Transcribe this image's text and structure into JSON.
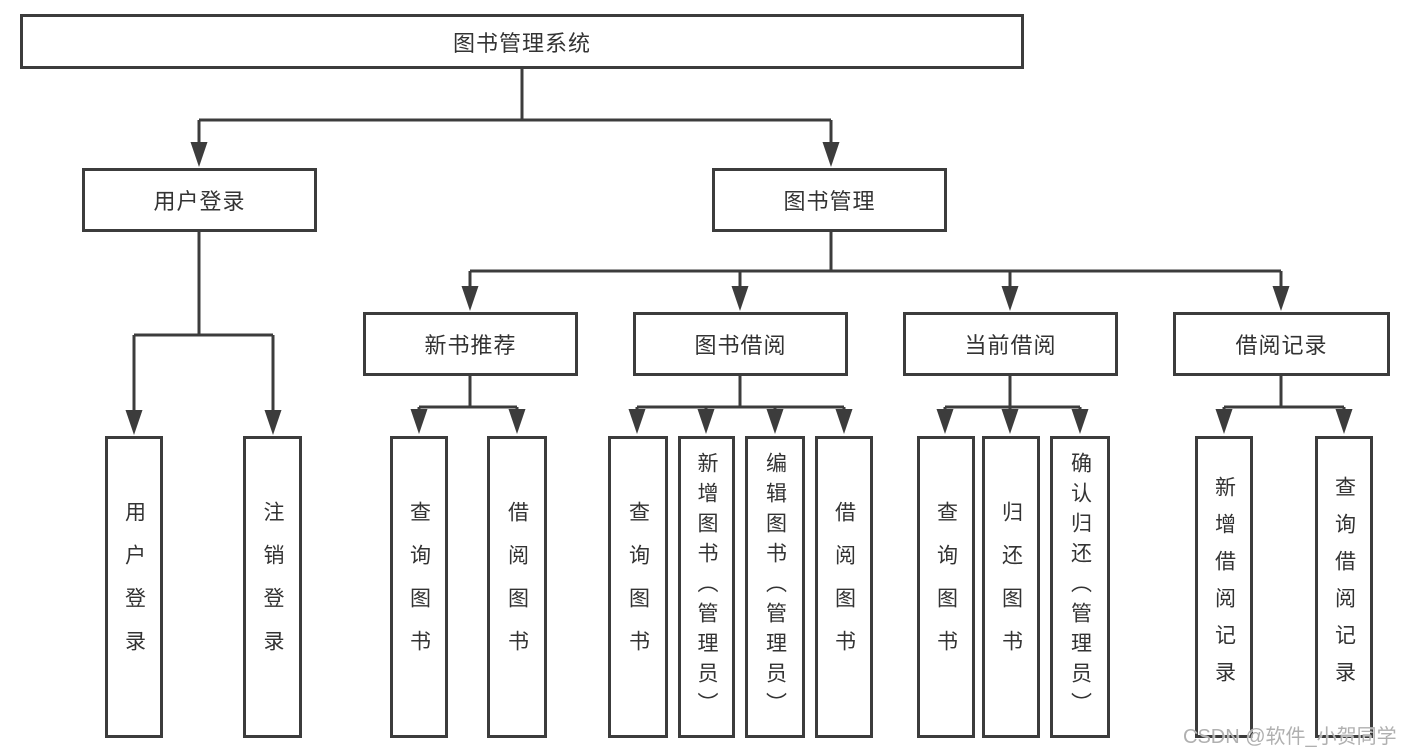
{
  "tree": {
    "root": {
      "label": "图书管理系统"
    },
    "branches": [
      {
        "label": "用户登录",
        "children": [
          {
            "label": "用户登录"
          },
          {
            "label": "注销登录"
          }
        ]
      },
      {
        "label": "图书管理",
        "children": [
          {
            "label": "新书推荐",
            "children": [
              {
                "label": "查询图书"
              },
              {
                "label": "借阅图书"
              }
            ]
          },
          {
            "label": "图书借阅",
            "children": [
              {
                "label": "查询图书"
              },
              {
                "label": "新增图书（管理员）"
              },
              {
                "label": "编辑图书（管理员）"
              },
              {
                "label": "借阅图书"
              }
            ]
          },
          {
            "label": "当前借阅",
            "children": [
              {
                "label": "查询图书"
              },
              {
                "label": "归还图书"
              },
              {
                "label": "确认归还（管理员）"
              }
            ]
          },
          {
            "label": "借阅记录",
            "children": [
              {
                "label": "新增借阅记录"
              },
              {
                "label": "查询借阅记录"
              }
            ]
          }
        ]
      }
    ]
  },
  "watermark": {
    "text": "CSDN @软件_小贺同学"
  },
  "colors": {
    "line": "#3c3c3c",
    "text": "#333333",
    "watermark": "#b0b0b0"
  }
}
